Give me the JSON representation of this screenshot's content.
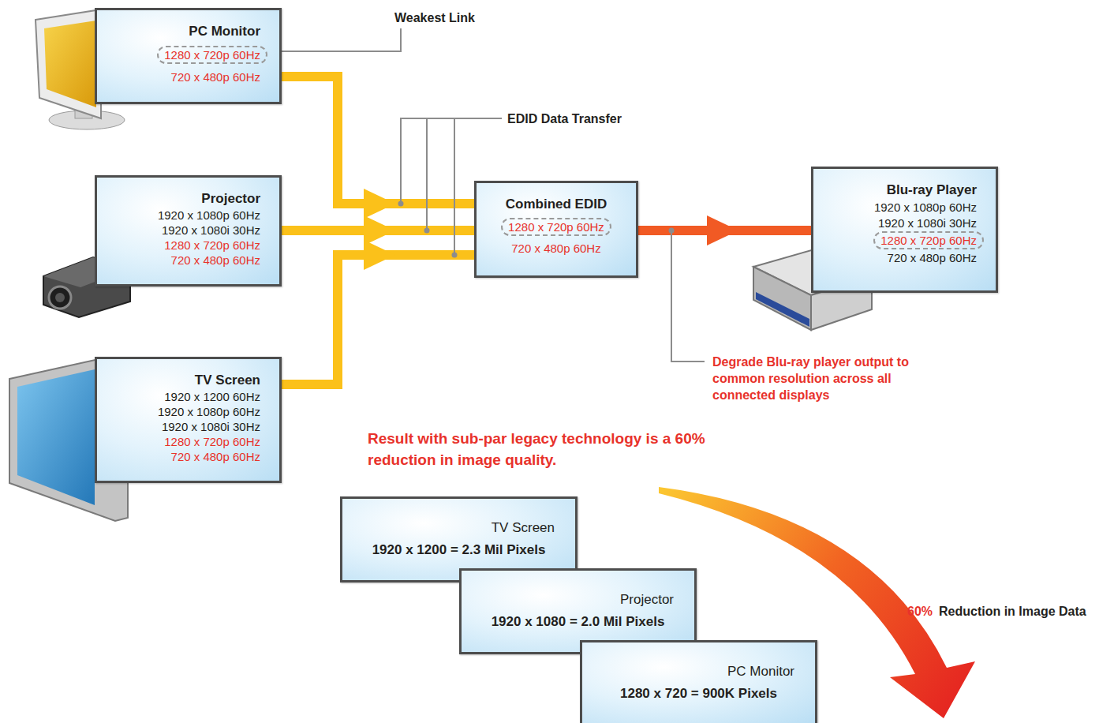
{
  "diagram": {
    "nodes": [
      {
        "text": [
          "PC Monitor",
          "1280 x 720p 60Hz",
          "720 x 480p 60Hz"
        ]
      },
      {
        "text": [
          "Projector",
          "1920 x 1080p 60Hz",
          "1920 x 1080i 30Hz",
          "1280 x 720p 60Hz",
          "720 x 480p 60Hz"
        ]
      },
      {
        "text": [
          "Combined EDID",
          "1280 x 720p 60Hz",
          "720 x 480p 60Hz"
        ]
      },
      {
        "text": [
          "Blu-ray Player",
          "1920 x 1080p 60Hz",
          "1920 x 1080i 30Hz",
          "1280 x 720p 60Hz",
          "720 x 480p 60Hz"
        ]
      },
      {
        "text": [
          "TV Screen",
          "1920 x 1200 60Hz",
          "1920 x 1080p 60Hz",
          "1920 x 1080i 30Hz",
          "1280 x 720p 60Hz",
          "720 x 480p 60Hz"
        ]
      },
      {
        "text": [
          "TV Screen",
          "1920 x 1200 = 2.3 Mil Pixels"
        ]
      },
      {
        "text": [
          "Projector",
          "1920 x 1080 = 2.0 Mil Pixels"
        ]
      },
      {
        "text": [
          "PC Monitor",
          "1280 x 720 = 900K Pixels"
        ]
      }
    ],
    "edges": [
      {
        "from": 0,
        "to": 2,
        "arrow": "to"
      },
      {
        "from": 1,
        "to": 2,
        "arrow": "to"
      },
      {
        "from": 4,
        "to": 2,
        "arrow": "to"
      },
      {
        "from": 2,
        "to": 3,
        "arrow": "to"
      }
    ],
    "labels": [
      "Weakest Link",
      "EDID Data Transfer",
      "Degrade Blu-ray player output to common resolution across all connected displays",
      "Result with sub-par legacy technology is a 60% reduction in image quality.",
      "60%",
      "Reduction in Image Data"
    ]
  }
}
